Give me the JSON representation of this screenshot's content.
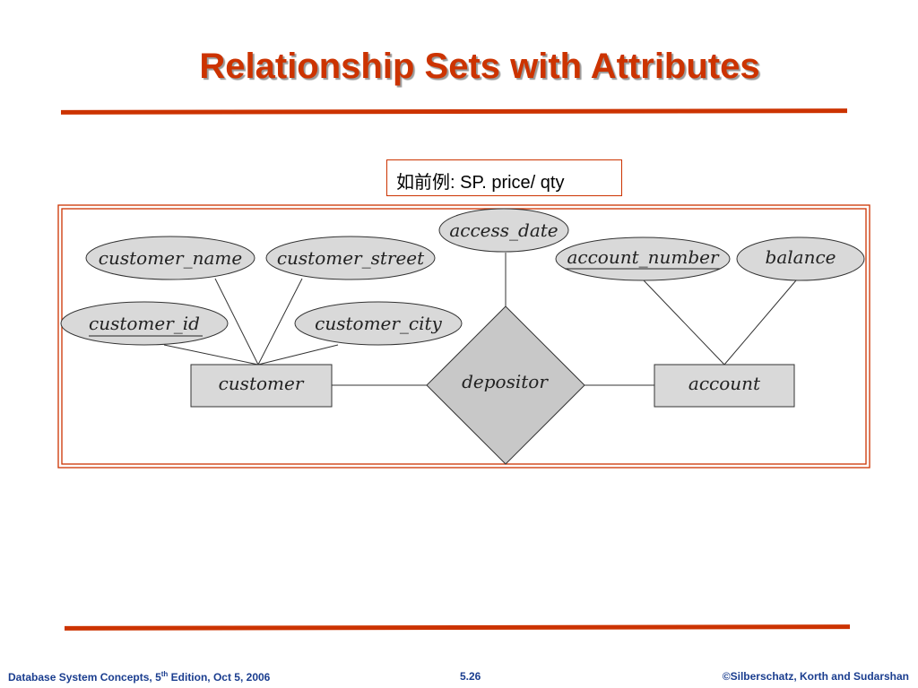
{
  "slide": {
    "title": "Relationship Sets with Attributes",
    "note": "如前例: SP. price/ qty"
  },
  "diagram": {
    "entities": [
      {
        "label": "customer"
      },
      {
        "label": "account"
      }
    ],
    "relationship": {
      "label": "depositor"
    },
    "attributes": [
      {
        "label": "customer_name",
        "key": false
      },
      {
        "label": "customer_street",
        "key": false
      },
      {
        "label": "customer_id",
        "key": true
      },
      {
        "label": "customer_city",
        "key": false
      },
      {
        "label": "access_date",
        "key": false
      },
      {
        "label": "account_number",
        "key": true
      },
      {
        "label": "balance",
        "key": false
      }
    ]
  },
  "footer": {
    "book_prefix": "Database System Concepts, 5",
    "book_sup": "th",
    "book_suffix": " Edition, Oct 5,  2006",
    "page": "5.26",
    "copyright": "©Silberschatz, Korth and Sudarshan"
  },
  "colors": {
    "accent": "#cc3300",
    "shape_fill": "#d9d9d9",
    "relationship_fill": "#c8c8c8",
    "footer_text": "#1a3d8f"
  }
}
